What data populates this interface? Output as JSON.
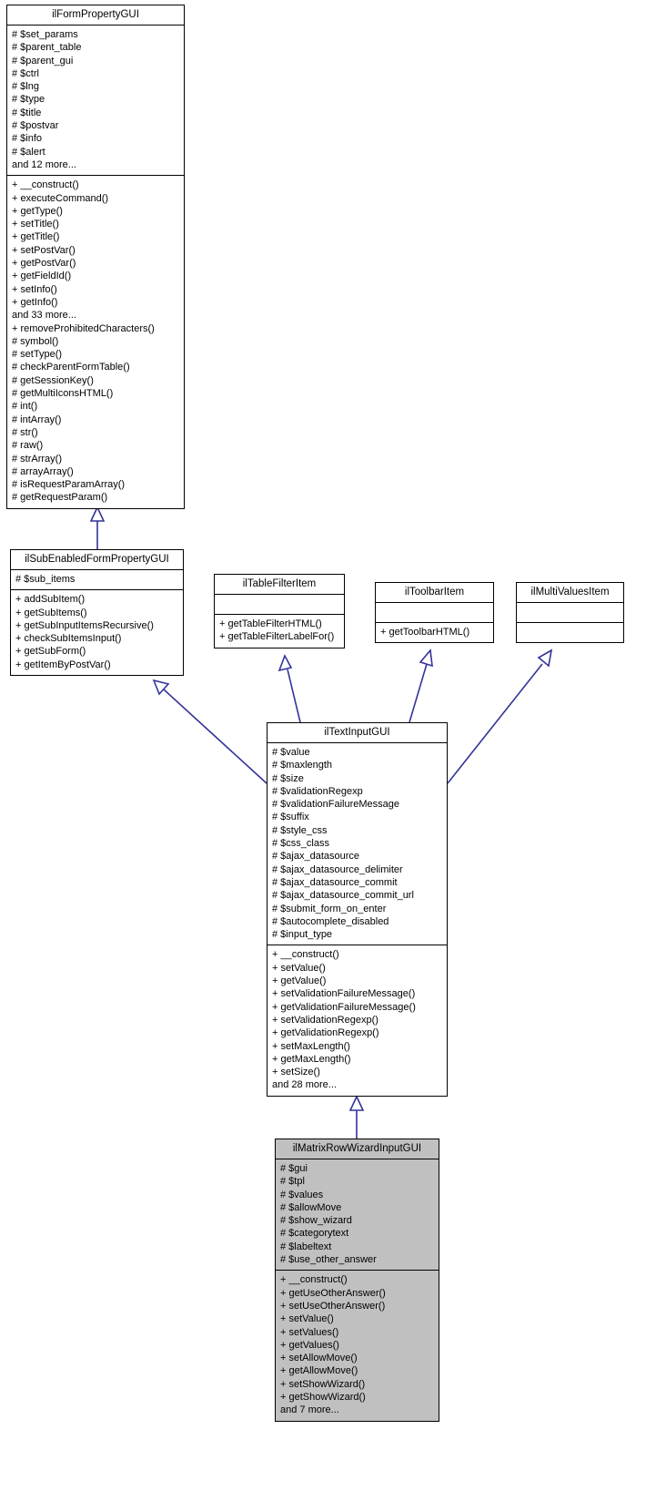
{
  "diagram": {
    "kind": "uml-class-inheritance-diagram",
    "background": "#ffffff",
    "edge_color": "#33339a",
    "highlight_fill": "#c0c0c0"
  },
  "classes": {
    "ilFormPropertyGUI": {
      "name": "ilFormPropertyGUI",
      "highlighted": false,
      "attributes": [
        "# $set_params",
        "# $parent_table",
        "# $parent_gui",
        "# $ctrl",
        "# $lng",
        "# $type",
        "# $title",
        "# $postvar",
        "# $info",
        "# $alert",
        "and 12 more..."
      ],
      "operations": [
        "+ __construct()",
        "+ executeCommand()",
        "+ getType()",
        "+ setTitle()",
        "+ getTitle()",
        "+ setPostVar()",
        "+ getPostVar()",
        "+ getFieldId()",
        "+ setInfo()",
        "+ getInfo()",
        "and 33 more...",
        "+ removeProhibitedCharacters()",
        "# symbol()",
        "# setType()",
        "# checkParentFormTable()",
        "# getSessionKey()",
        "# getMultiIconsHTML()",
        "# int()",
        "# intArray()",
        "# str()",
        "# raw()",
        "# strArray()",
        "# arrayArray()",
        "# isRequestParamArray()",
        "# getRequestParam()"
      ]
    },
    "ilSubEnabledFormPropertyGUI": {
      "name": "ilSubEnabledFormPropertyGUI",
      "highlighted": false,
      "attributes": [
        "# $sub_items"
      ],
      "operations": [
        "+ addSubItem()",
        "+ getSubItems()",
        "+ getSubInputItemsRecursive()",
        "+ checkSubItemsInput()",
        "+ getSubForm()",
        "+ getItemByPostVar()"
      ]
    },
    "ilTableFilterItem": {
      "name": "ilTableFilterItem",
      "highlighted": false,
      "attributes": [],
      "operations": [
        "+ getTableFilterHTML()",
        "+ getTableFilterLabelFor()"
      ]
    },
    "ilToolbarItem": {
      "name": "ilToolbarItem",
      "highlighted": false,
      "attributes": [],
      "operations": [
        "+ getToolbarHTML()"
      ]
    },
    "ilMultiValuesItem": {
      "name": "ilMultiValuesItem",
      "highlighted": false,
      "attributes": [],
      "operations": []
    },
    "ilTextInputGUI": {
      "name": "ilTextInputGUI",
      "highlighted": false,
      "attributes": [
        "# $value",
        "# $maxlength",
        "# $size",
        "# $validationRegexp",
        "# $validationFailureMessage",
        "# $suffix",
        "# $style_css",
        "# $css_class",
        "# $ajax_datasource",
        "# $ajax_datasource_delimiter",
        "# $ajax_datasource_commit",
        "# $ajax_datasource_commit_url",
        "# $submit_form_on_enter",
        "# $autocomplete_disabled",
        "# $input_type"
      ],
      "operations": [
        "+ __construct()",
        "+ setValue()",
        "+ getValue()",
        "+ setValidationFailureMessage()",
        "+ getValidationFailureMessage()",
        "+ setValidationRegexp()",
        "+ getValidationRegexp()",
        "+ setMaxLength()",
        "+ getMaxLength()",
        "+ setSize()",
        "and 28 more..."
      ]
    },
    "ilMatrixRowWizardInputGUI": {
      "name": "ilMatrixRowWizardInputGUI",
      "highlighted": true,
      "attributes": [
        "# $gui",
        "# $tpl",
        "# $values",
        "# $allowMove",
        "# $show_wizard",
        "# $categorytext",
        "# $labeltext",
        "# $use_other_answer"
      ],
      "operations": [
        "+ __construct()",
        "+ getUseOtherAnswer()",
        "+ setUseOtherAnswer()",
        "+ setValue()",
        "+ setValues()",
        "+ getValues()",
        "+ setAllowMove()",
        "+ getAllowMove()",
        "+ setShowWizard()",
        "+ getShowWizard()",
        "and 7 more..."
      ]
    }
  },
  "relations": [
    {
      "from": "ilSubEnabledFormPropertyGUI",
      "to": "ilFormPropertyGUI",
      "type": "inheritance"
    },
    {
      "from": "ilTextInputGUI",
      "to": "ilSubEnabledFormPropertyGUI",
      "type": "inheritance"
    },
    {
      "from": "ilTextInputGUI",
      "to": "ilTableFilterItem",
      "type": "realization"
    },
    {
      "from": "ilTextInputGUI",
      "to": "ilToolbarItem",
      "type": "realization"
    },
    {
      "from": "ilTextInputGUI",
      "to": "ilMultiValuesItem",
      "type": "realization"
    },
    {
      "from": "ilMatrixRowWizardInputGUI",
      "to": "ilTextInputGUI",
      "type": "inheritance"
    }
  ]
}
